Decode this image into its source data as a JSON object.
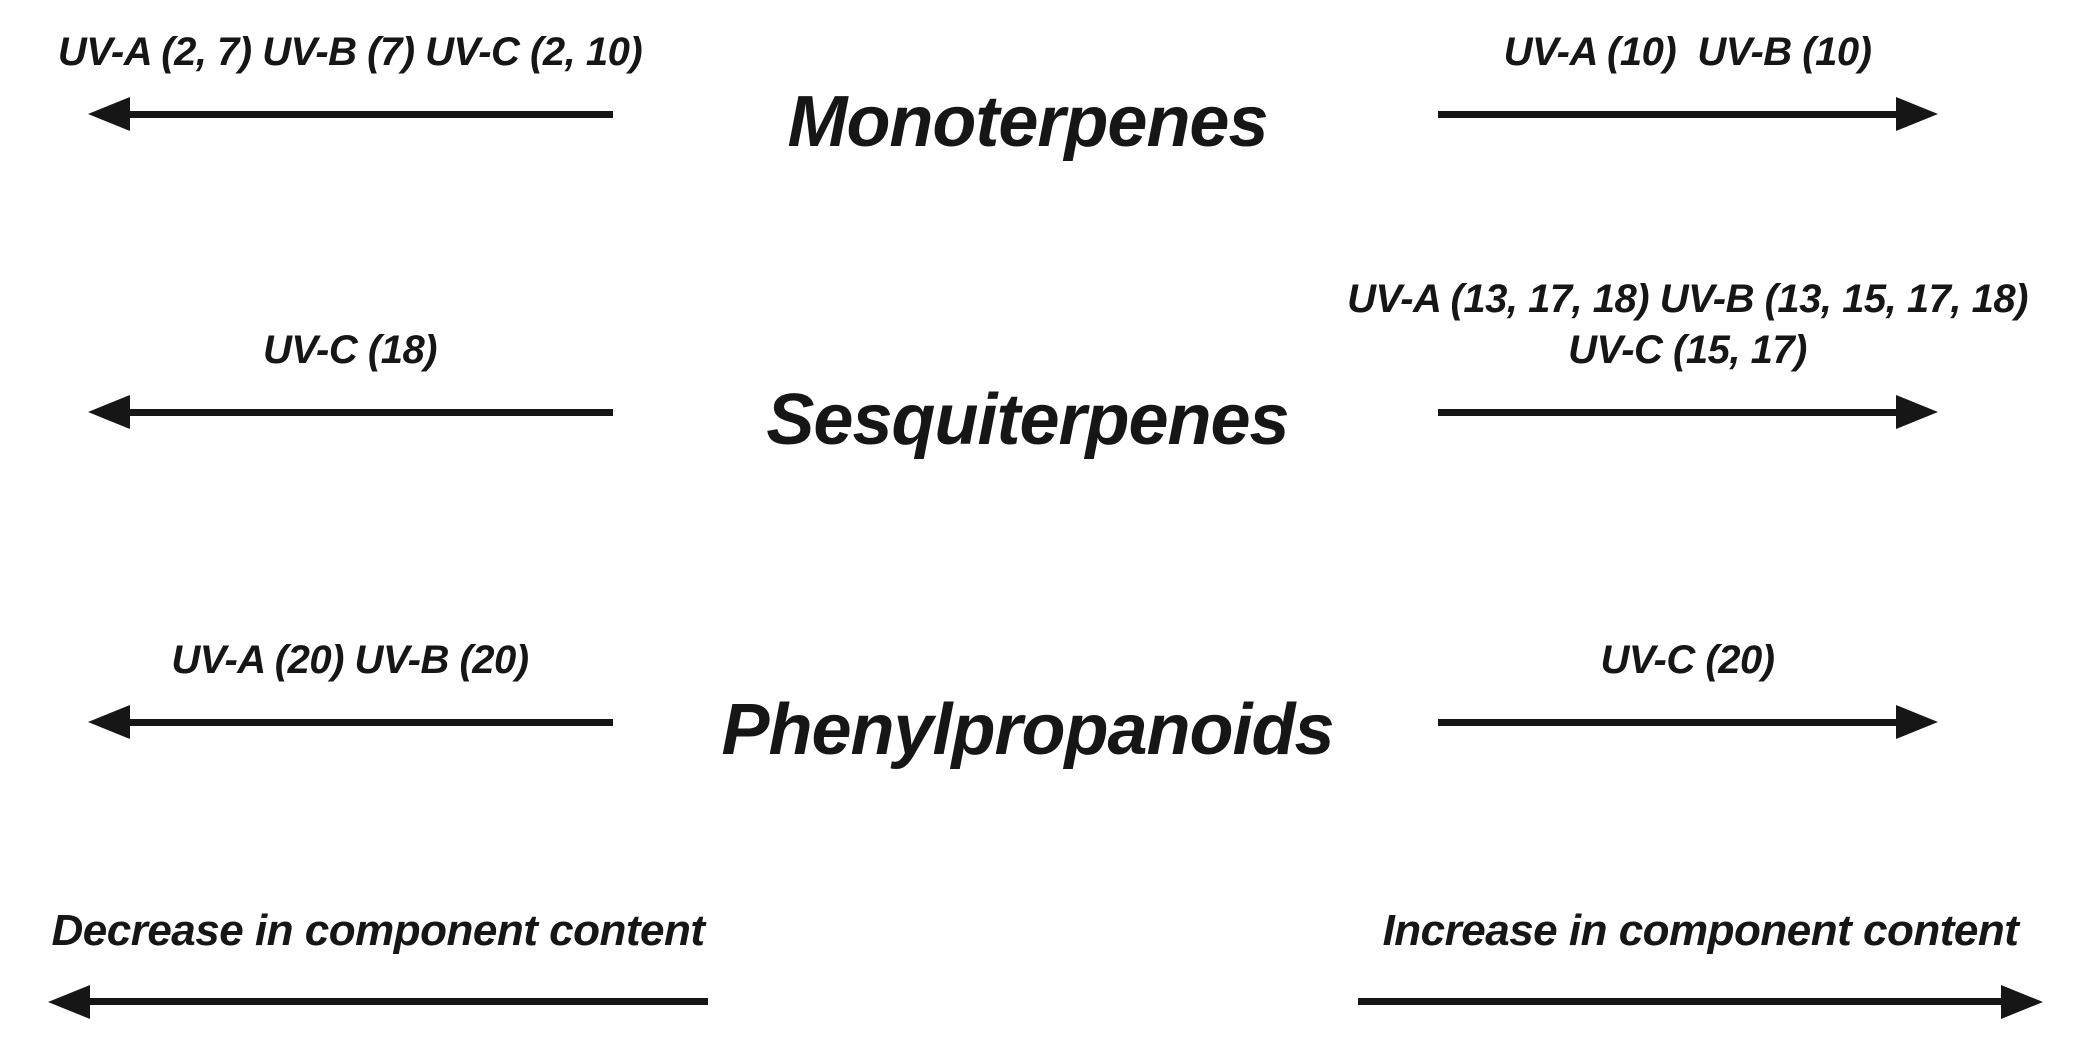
{
  "colors": {
    "ink": "#161616",
    "background": "#ffffff"
  },
  "rows": [
    {
      "compound": "Monoterpenes",
      "decrease_label": "UV-A (2, 7) UV-B (7) UV-C (2, 10)",
      "increase_labels": [
        "UV-A (10)  UV-B (10)"
      ]
    },
    {
      "compound": "Sesquiterpenes",
      "decrease_label": "UV-C (18)",
      "increase_labels": [
        "UV-A (13, 17, 18) UV-B (13, 15, 17, 18)",
        "UV-C (15, 17)"
      ]
    },
    {
      "compound": "Phenylpropanoids",
      "decrease_label": "UV-A (20) UV-B (20)",
      "increase_labels": [
        "UV-C (20)"
      ]
    }
  ],
  "legend": {
    "decrease_label": "Decrease in component content",
    "increase_label": "Increase in component content"
  }
}
